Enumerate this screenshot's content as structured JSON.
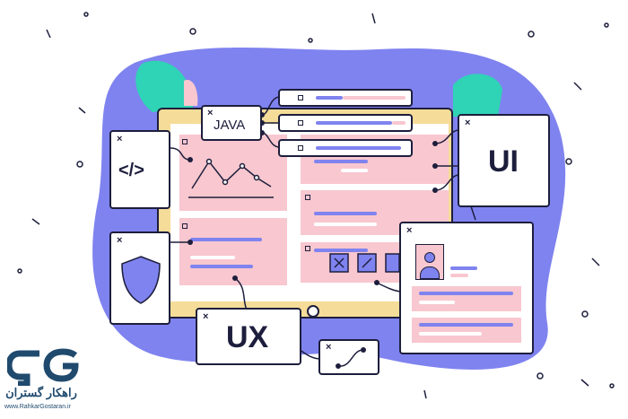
{
  "illustration": {
    "java_label": "JAVA",
    "code_label": "</>",
    "ui_label": "UI",
    "ux_label": "UX",
    "close_glyph": "×",
    "colors": {
      "blob": "#7f83ef",
      "teal": "#2fd3b5",
      "pink": "#f8c7cf",
      "frame": "#f5dc98",
      "outline": "#1d1e3c"
    }
  },
  "logo": {
    "mark": "GG",
    "name_fa": "راهکار گستران",
    "url": "www.RahkarGostaran.ir",
    "color": "#1f4a6e"
  }
}
